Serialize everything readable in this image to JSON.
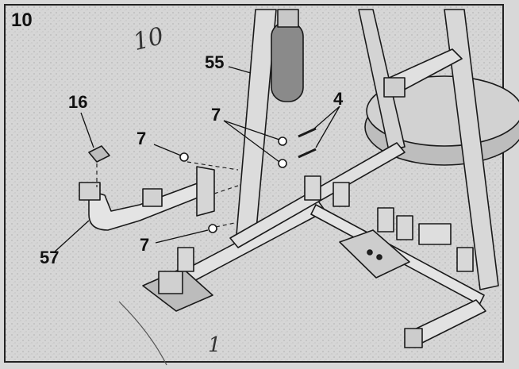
{
  "diagram": {
    "step_number": "10",
    "handwritten_note": "10",
    "handwritten_mark": "1",
    "part_labels": {
      "p55": "55",
      "p4": "4",
      "p7_upper": "7",
      "p7_left": "7",
      "p7_lower": "7",
      "p16": "16",
      "p57": "57"
    }
  }
}
